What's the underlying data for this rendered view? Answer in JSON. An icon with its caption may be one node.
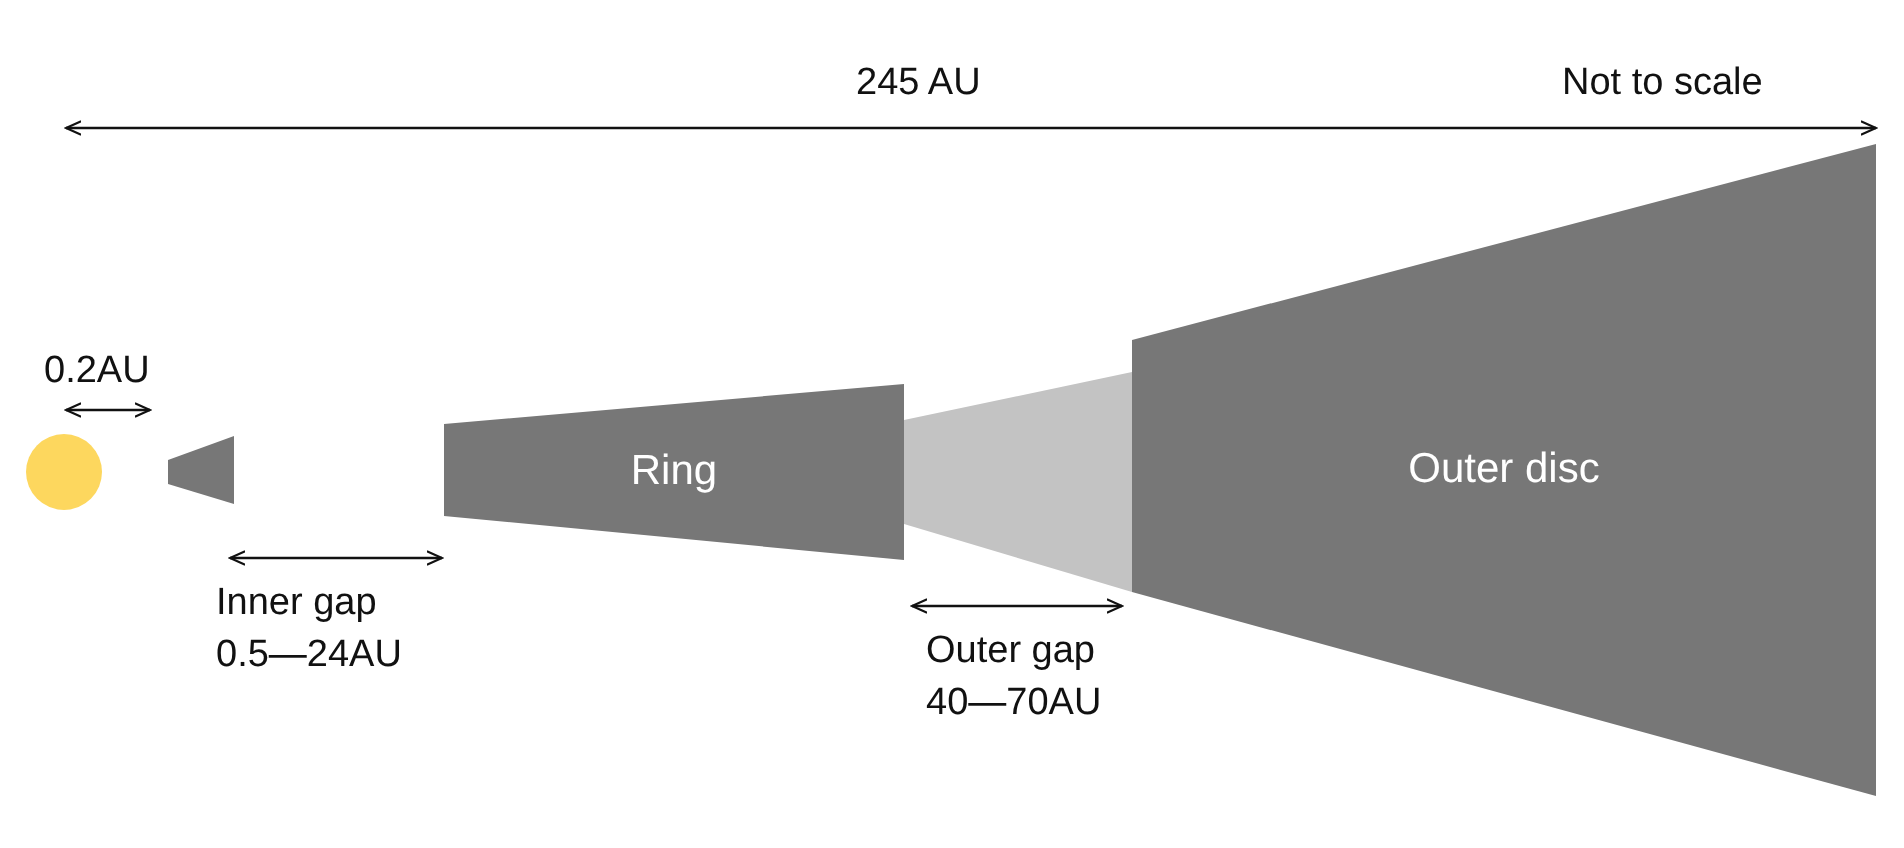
{
  "diagram": {
    "nodes": [
      {
        "text": [],
        "shape": "circle"
      },
      {
        "text": [],
        "shape": "trapezoid"
      },
      {
        "text": [
          "Ring"
        ]
      },
      {
        "text": [],
        "shape": "trapezoid"
      },
      {
        "text": [
          "Outer disc"
        ]
      }
    ],
    "labels": [
      "245 AU",
      "Not to scale",
      "0.2AU",
      "Inner gap",
      "0.5—24AU",
      "Outer gap",
      "40—70AU"
    ]
  }
}
